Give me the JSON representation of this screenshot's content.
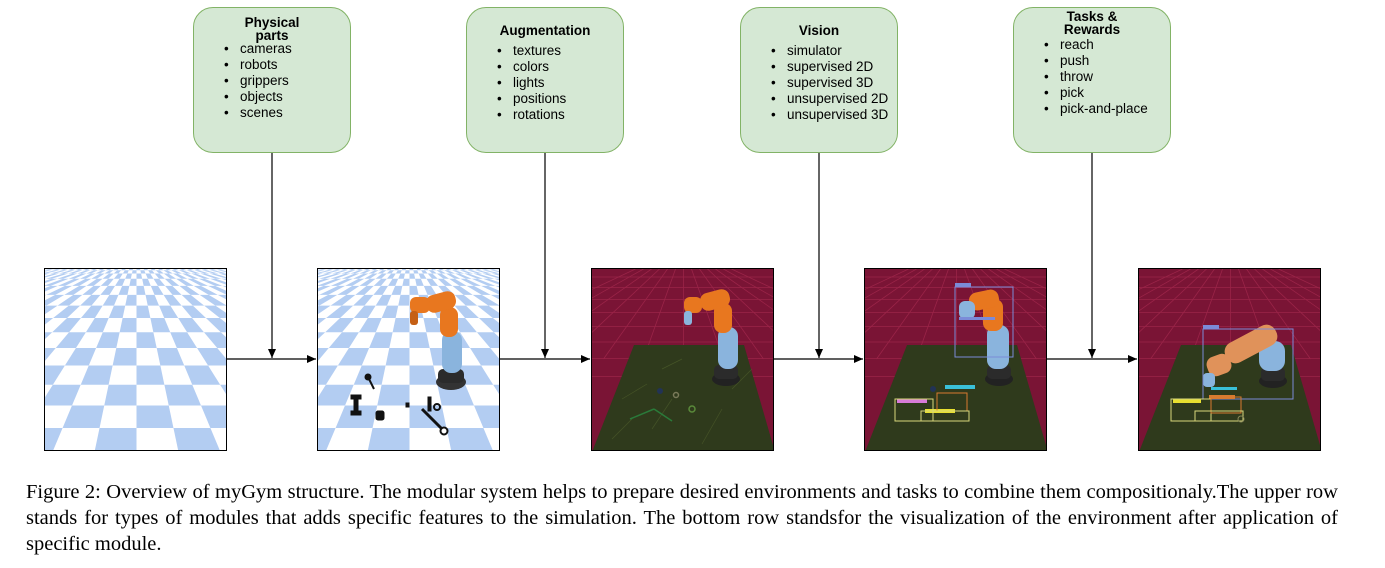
{
  "modules": [
    {
      "title": "Physical\nparts",
      "items": [
        "cameras",
        "robots",
        "grippers",
        "objects",
        "scenes"
      ]
    },
    {
      "title": "Augmentation",
      "items": [
        "textures",
        "colors",
        "lights",
        "positions",
        "rotations"
      ]
    },
    {
      "title": "Vision",
      "items": [
        "simulator",
        "supervised 2D",
        "supervised 3D",
        "unsupervised 2D",
        "unsupervised 3D"
      ]
    },
    {
      "title": "Tasks &\nRewards",
      "items": [
        "reach",
        "push",
        "throw",
        "pick",
        "pick-and-place"
      ]
    }
  ],
  "caption": "Figure 2: Overview of myGym  structure. The modular system helps to prepare desired environments and tasks to combine them compositionaly.The upper row stands for types of modules that adds specific features to the simulation. The bottom row standsfor the visualization of the environment after application of specific module.",
  "colors": {
    "box_fill": "#d5e8d4",
    "box_border": "#82b366",
    "floor_blue": "#b3cdf2",
    "scene_red": "#7a1435",
    "grass": "#2f3a1c",
    "robot_blue": "#8ab4dd",
    "robot_orange": "#e8771f"
  }
}
